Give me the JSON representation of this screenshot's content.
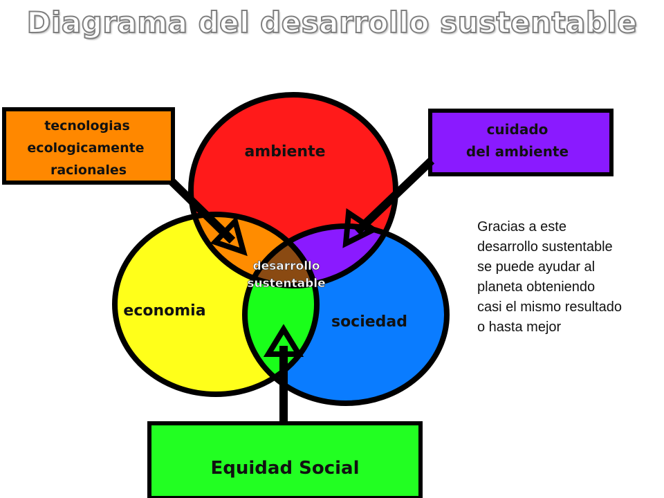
{
  "title": "Diagrama del desarrollo sustentable",
  "circles": {
    "ambiente": "ambiente",
    "economia": "economia",
    "sociedad": "sociedad",
    "center_line1": "desarrollo",
    "center_line2": "sustentable"
  },
  "boxes": {
    "tecnologias_line1": "tecnologias",
    "tecnologias_line2": "ecologicamente",
    "tecnologias_line3": "racionales",
    "cuidado_line1": "cuidado",
    "cuidado_line2": "del ambiente",
    "equidad": "Equidad Social"
  },
  "note": {
    "line1": "Gracias a este",
    "line2": "desarrollo sustentable",
    "line3": "se puede ayudar al",
    "line4": "planeta  obteniendo",
    "line5": "casi el mismo resultado",
    "line6": "o hasta mejor"
  },
  "colors": {
    "ambiente": "#ff1a1a",
    "economia": "#ffff1a",
    "sociedad": "#0a7cff",
    "ambiente_economia": "#ff8c00",
    "ambiente_sociedad": "#8a1aff",
    "economia_sociedad": "#1aff1a",
    "center": "#8a4a12",
    "box_tecnologias": "#ff8800",
    "box_cuidado": "#8a1aff",
    "box_equidad": "#22ff22"
  }
}
